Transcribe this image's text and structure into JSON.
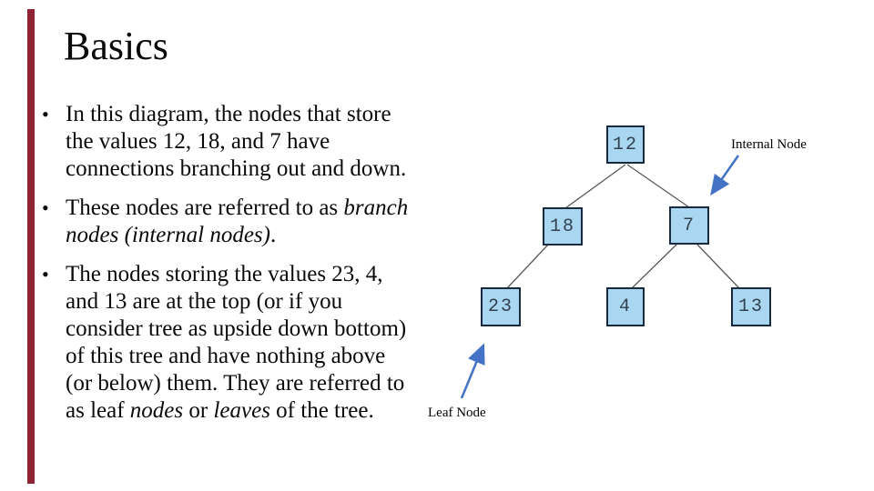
{
  "slide": {
    "title": "Basics",
    "accent_stripe_color": "#8F2435",
    "background_color": "#FFFFFF"
  },
  "bullet_glyph": "•",
  "bullets": [
    {
      "segments": [
        {
          "t": "In this diagram, the nodes that store"
        },
        {
          "br": true
        },
        {
          "t": "the values 12, 18, and 7 have"
        },
        {
          "br": true
        },
        {
          "t": "connections branching out and down."
        }
      ]
    },
    {
      "segments": [
        {
          "t": "These nodes are referred to as "
        },
        {
          "t": "branch",
          "i": true
        },
        {
          "br": true
        },
        {
          "t": "nodes (internal nodes)",
          "i": true
        },
        {
          "t": "."
        }
      ]
    },
    {
      "segments": [
        {
          "t": "The nodes storing the values 23, 4,"
        },
        {
          "br": true
        },
        {
          "t": "and 13 are at the top (or if you"
        },
        {
          "br": true
        },
        {
          "t": "consider tree as upside down bottom)"
        },
        {
          "br": true
        },
        {
          "t": "of this tree and have nothing above"
        },
        {
          "br": true
        },
        {
          "t": "(or below) them. They are referred to"
        },
        {
          "br": true
        },
        {
          "t": "as leaf "
        },
        {
          "t": "nodes",
          "i": true
        },
        {
          "t": " or "
        },
        {
          "t": "leaves",
          "i": true
        },
        {
          "t": " of the tree."
        }
      ]
    }
  ],
  "diagram": {
    "labels": {
      "internal": "Internal Node",
      "leaf": "Leaf Node"
    },
    "colors": {
      "node_fill": "#A9D7F2",
      "node_border": "#16293F",
      "edge_line": "#595959",
      "arrow": "#4472C4",
      "node_digits": "#33414E"
    },
    "tree": {
      "nodes": [
        {
          "value": "12",
          "parent": null
        },
        {
          "value": "18",
          "parent": "12"
        },
        {
          "value": "7",
          "parent": "12"
        },
        {
          "value": "23",
          "parent": "18"
        },
        {
          "value": "4",
          "parent": "7"
        },
        {
          "value": "13",
          "parent": "7"
        }
      ]
    }
  }
}
